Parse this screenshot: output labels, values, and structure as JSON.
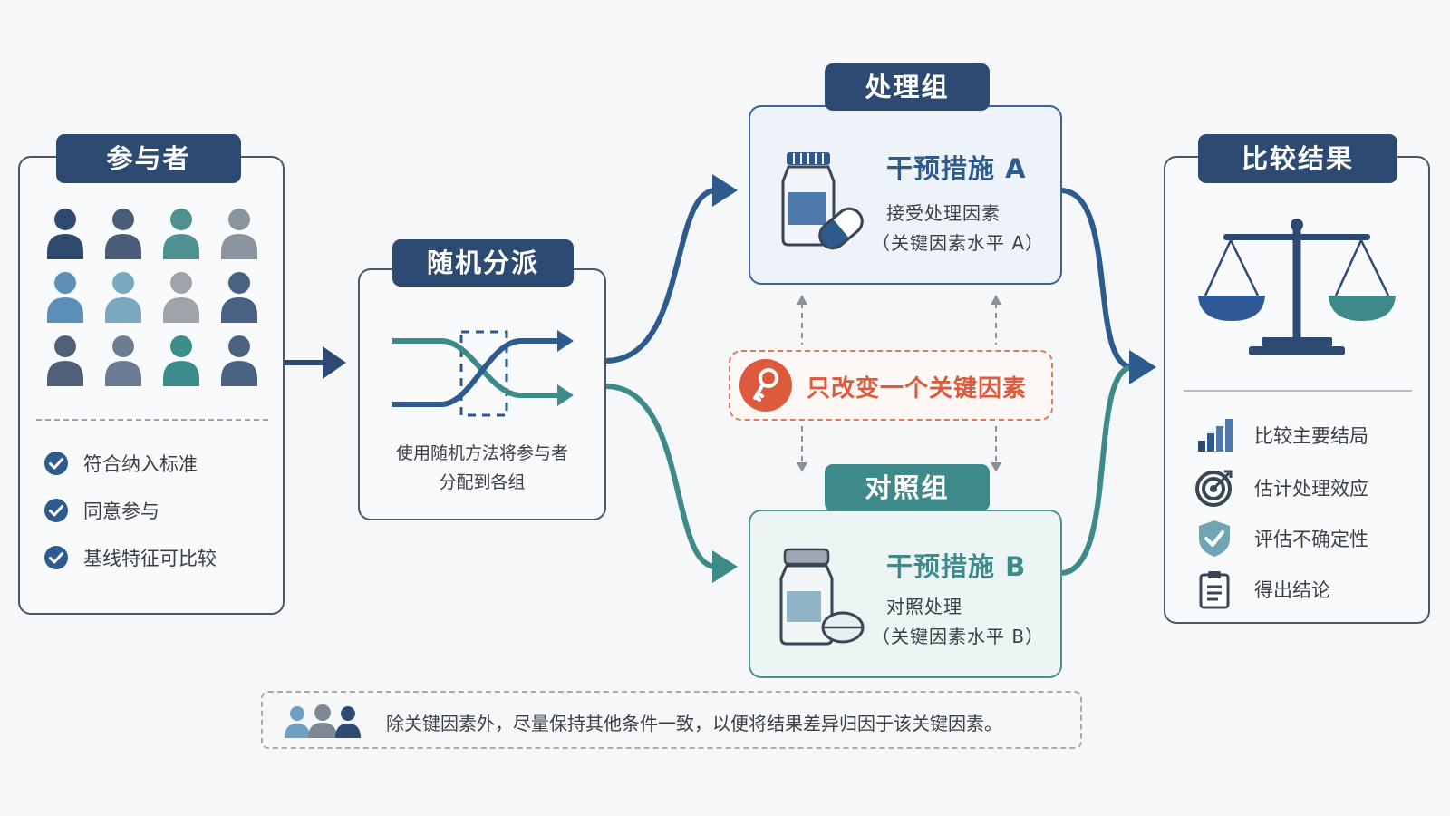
{
  "participants": {
    "title": "参与者",
    "criteria": [
      "符合纳入标准",
      "同意参与",
      "基线特征可比较"
    ]
  },
  "randomization": {
    "title": "随机分派",
    "desc_line1": "使用随机方法将参与者",
    "desc_line2": "分配到各组"
  },
  "treatment": {
    "title": "处理组",
    "intervention": "干预措施 A",
    "line1": "接受处理因素",
    "line2": "（关键因素水平 A）"
  },
  "control": {
    "title": "对照组",
    "intervention": "干预措施 B",
    "line1": "对照处理",
    "line2": "（关键因素水平 B）"
  },
  "key_factor": {
    "label": "只改变一个关键因素"
  },
  "results": {
    "title": "比较结果",
    "items": [
      "比较主要结局",
      "估计处理效应",
      "评估不确定性",
      "得出结论"
    ]
  },
  "footnote": {
    "text": "除关键因素外，尽量保持其他条件一致，以便将结果差异归因于该关键因素。"
  },
  "colors": {
    "navy": "#2d4b72",
    "teal": "#3e8a8a",
    "accent_red": "#dd5a3c",
    "person_colors": [
      "#2f4a6e",
      "#4a5e7a",
      "#4f9191",
      "#8a949e",
      "#5b8fb8",
      "#7aa9bf",
      "#9ea4aa",
      "#4a6184",
      "#4f6078",
      "#6b7c93",
      "#3d8c8c",
      "#4c6282"
    ]
  }
}
